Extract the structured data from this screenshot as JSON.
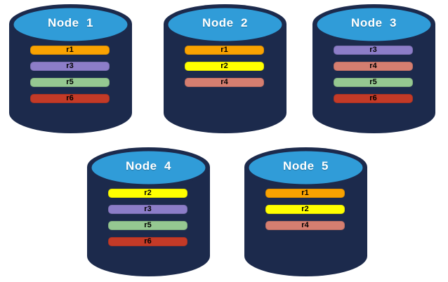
{
  "diagram": {
    "description": "Five database nodes holding replicated records r1-r6"
  },
  "colors": {
    "cylinder_body": "#1C2A4C",
    "cylinder_top": "#309CD8",
    "title_text": "#FFFFFF",
    "bar_text": "#000000",
    "replicas": {
      "r1": "#F9A201",
      "r2": "#FFFF00",
      "r3": "#8C7DC8",
      "r4": "#D57E70",
      "r5": "#95C891",
      "r6": "#C33A27"
    }
  },
  "nodes": [
    {
      "label": "Node  1",
      "replicas": [
        "r1",
        "r3",
        "r5",
        "r6"
      ]
    },
    {
      "label": "Node  2",
      "replicas": [
        "r1",
        "r2",
        "r4"
      ]
    },
    {
      "label": "Node  3",
      "replicas": [
        "r3",
        "r4",
        "r5",
        "r6"
      ]
    },
    {
      "label": "Node  4",
      "replicas": [
        "r2",
        "r3",
        "r5",
        "r6"
      ]
    },
    {
      "label": "Node  5",
      "replicas": [
        "r1",
        "r2",
        "r4"
      ]
    }
  ]
}
